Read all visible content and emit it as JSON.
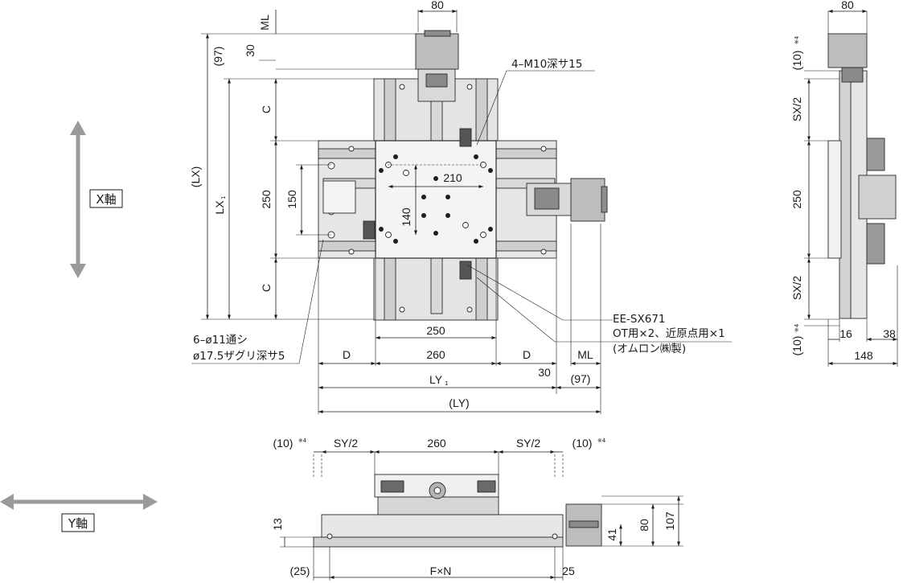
{
  "colors": {
    "arrow": "#9a9a9a",
    "plate": "#ededed",
    "rail": "#cfcfcf",
    "motor": "#b8b8b8",
    "dark": "#3a3a3a",
    "line": "#1a1a1a"
  },
  "axes": {
    "x_axis_label": "X軸",
    "y_axis_label": "Y軸"
  },
  "top_view": {
    "ml_top": "ML",
    "w80_top": "80",
    "d30_top": "30",
    "d97_top": "(97)",
    "c_top": "C",
    "d250_vert": "250",
    "d150": "150",
    "d140": "140",
    "d210": "210",
    "c_bottom": "C",
    "lx": "(LX)",
    "lx1_main": "LX",
    "lx1_sub": "1",
    "tap_note": "4–M10深サ15",
    "hole_note_line1": "6–ø11通シ",
    "hole_note_line2": "ø17.5ザグリ深サ5",
    "sensor_line1": "EE-SX671",
    "sensor_line2": "OT用×2、近原点用×1",
    "sensor_line3": "(オムロン㈱製)",
    "d250_horiz": "250",
    "d260": "260",
    "d_left": "D",
    "d_right": "D",
    "ml_right": "ML",
    "d30_right": "30",
    "d97_right": "(97)",
    "ly1_main": "LY",
    "ly1_sub": "1",
    "ly": "(LY)"
  },
  "side_view_right": {
    "w80": "80",
    "d10_top": "(10)",
    "note4_top": "※4",
    "sx2_top": "SX/2",
    "d250": "250",
    "sx2_bottom": "SX/2",
    "d10_bottom": "(10)",
    "note4_bottom": "※4",
    "d16": "16",
    "d38": "38",
    "d148": "148"
  },
  "front_view": {
    "d10_left": "(10)",
    "note4_left": "※4",
    "sy2_left": "SY/2",
    "d260": "260",
    "sy2_right": "SY/2",
    "d10_right": "(10)",
    "note4_right": "※4",
    "d13": "13",
    "d41": "41",
    "d80": "80",
    "d107": "107",
    "d25_left": "(25)",
    "fxn": "F×N",
    "d25_right": "25"
  }
}
